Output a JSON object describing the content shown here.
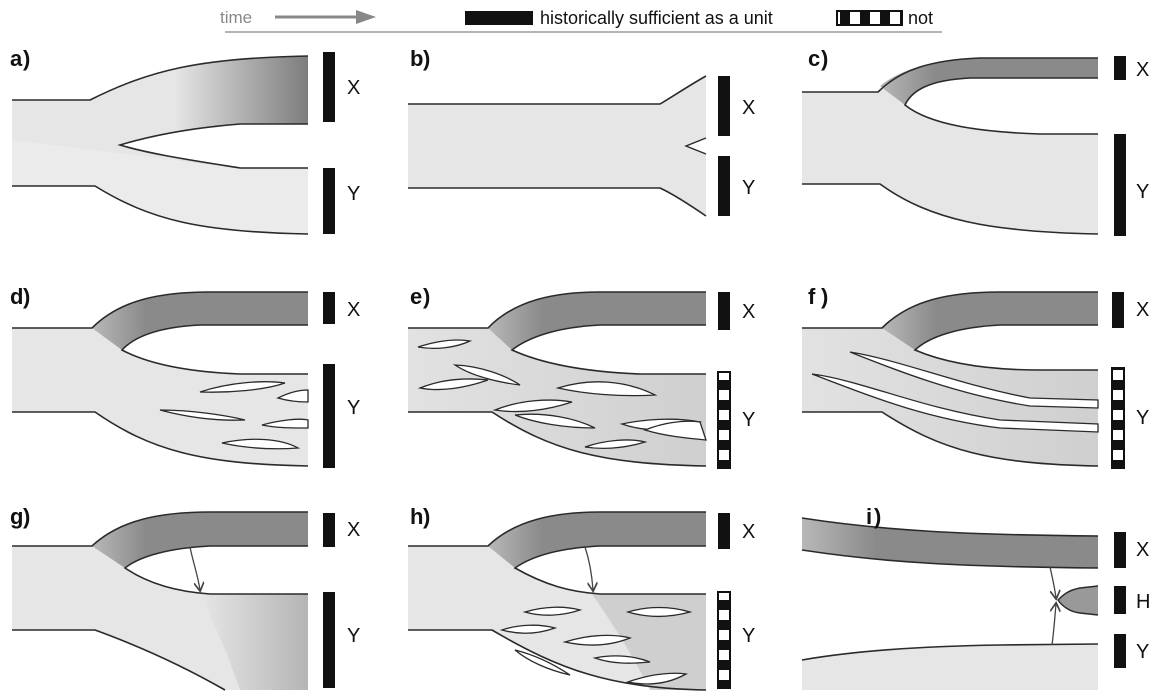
{
  "legend": {
    "time_label": "time",
    "sufficient_label": "historically sufficient as a unit",
    "not_label": "not"
  },
  "panels": [
    {
      "id": "a",
      "label": "a",
      "units": [
        "X",
        "Y"
      ]
    },
    {
      "id": "b",
      "label": "b",
      "units": [
        "X",
        "Y"
      ]
    },
    {
      "id": "c",
      "label": "c",
      "units": [
        "X",
        "Y"
      ]
    },
    {
      "id": "d",
      "label": "d",
      "units": [
        "X",
        "Y"
      ]
    },
    {
      "id": "e",
      "label": "e",
      "units": [
        "X",
        "Y"
      ]
    },
    {
      "id": "f",
      "label": "f",
      "units": [
        "X",
        "Y"
      ]
    },
    {
      "id": "g",
      "label": "g",
      "units": [
        "X",
        "Y"
      ]
    },
    {
      "id": "h",
      "label": "h",
      "units": [
        "X",
        "Y"
      ]
    },
    {
      "id": "i",
      "label": "i",
      "units": [
        "X",
        "H",
        "Y"
      ]
    }
  ],
  "colors": {
    "light": "#e8e8e8",
    "mid": "#cfcfcf",
    "dark": "#8a8a8a",
    "outline": "#2a2a2a"
  }
}
